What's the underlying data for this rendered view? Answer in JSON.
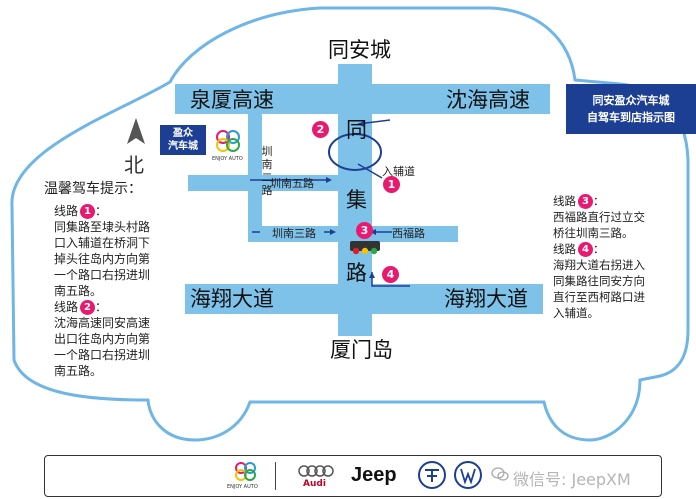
{
  "header": {
    "title_line1": "同安盈众汽车城",
    "title_line2": "自驾车到店指示图"
  },
  "map": {
    "north_label": "北",
    "north_icon": "north-arrow-icon",
    "logo": {
      "line1": "盈众",
      "line2": "汽车城",
      "sub": "ENJOY AUTO"
    },
    "places": {
      "top": "同安城",
      "bottom": "厦门岛"
    },
    "roads": {
      "quanxia": "泉厦高速",
      "shenhai": "沈海高速",
      "haixiang_left": "海翔大道",
      "haixiang_right": "海翔大道",
      "tongji_1": "同",
      "tongji_2": "集",
      "tongji_3": "路",
      "zhennan5": "圳南五路",
      "zhennan3": "圳南三路",
      "zhennan2": [
        "圳",
        "南",
        "二",
        "路"
      ],
      "xifu": "西福路",
      "entry": "入辅道"
    },
    "markers": [
      "1",
      "2",
      "3",
      "4"
    ],
    "traffic_light": [
      "#e02020",
      "#f4c400",
      "#2aa84a"
    ]
  },
  "tips": {
    "heading": "温馨驾车提示：",
    "route1_label": "线路",
    "route1_num": "1",
    "route1_text": [
      "同集路至埭头村路",
      "口入辅道在桥洞下",
      "掉头往岛内方向第",
      "一个路口右拐进圳",
      "南五路。"
    ],
    "route2_label": "线路",
    "route2_num": "2",
    "route2_text": [
      "沈海高速同安高速",
      "出口往岛内方向第",
      "一个路口右拐进圳",
      "南五路。"
    ]
  },
  "tips_right": {
    "route3_label": "线路",
    "route3_num": "3",
    "route3_text": [
      "西福路直行过立交",
      "桥往圳南三路。"
    ],
    "route4_label": "线路",
    "route4_num": "4",
    "route4_text": [
      "海翔大道右拐进入",
      "同集路往同安方向",
      "直行至西柯路口进",
      "入辅道。"
    ]
  },
  "footer": {
    "brand_sub": "ENJOY AUTO",
    "audi": "Audi",
    "jeep": "Jeep",
    "watermark": "微信号: JeepXM"
  }
}
